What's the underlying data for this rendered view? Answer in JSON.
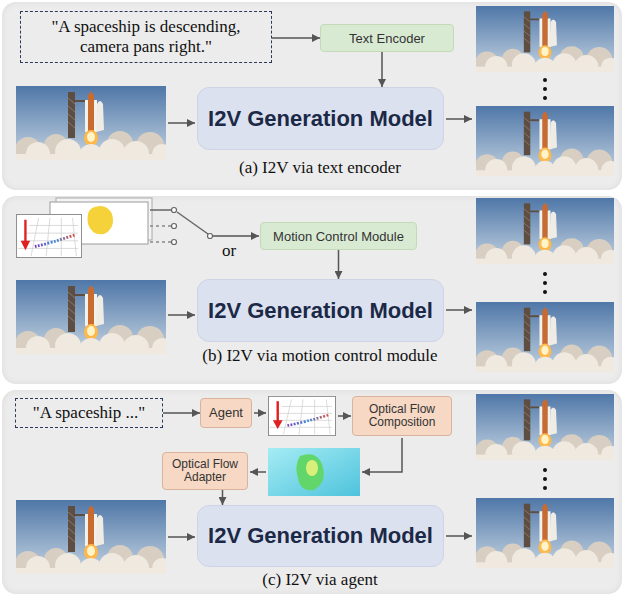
{
  "diagram": {
    "nodes": [
      {
        "text": [
          "(a) I2V via text encoder"
        ]
      },
      {
        "text": [
          "\"A spaceship is descending, camera pans right.\""
        ],
        "in": 0
      },
      {
        "text": [
          "Text Encoder"
        ],
        "in": 0
      },
      {
        "text": [
          "I2V Generation Model"
        ],
        "in": 0
      },
      {
        "text": [
          "(b) I2V via motion control module"
        ]
      },
      {
        "text": [
          "Motion Control Module"
        ],
        "in": 4
      },
      {
        "text": [
          "I2V Generation Model"
        ],
        "in": 4
      },
      {
        "text": [
          "(c) I2V via agent"
        ]
      },
      {
        "text": [
          "\"A spaceship ...\""
        ],
        "in": 7
      },
      {
        "text": [
          "Agent"
        ],
        "in": 7
      },
      {
        "text": [
          "Optical Flow Composition"
        ],
        "in": 7
      },
      {
        "text": [
          "Optical Flow Adapter"
        ],
        "in": 7
      },
      {
        "text": [
          "I2V Generation Model"
        ],
        "in": 7
      }
    ],
    "edges": [
      {
        "from": 1,
        "to": 2,
        "arrow": "to"
      },
      {
        "from": 2,
        "to": 3,
        "arrow": "to"
      },
      {
        "from": 5,
        "to": 6,
        "arrow": "to"
      },
      {
        "from": 8,
        "to": 9,
        "arrow": "to"
      },
      {
        "from": 11,
        "to": 12,
        "arrow": "to"
      }
    ],
    "labels": [
      "or"
    ]
  }
}
